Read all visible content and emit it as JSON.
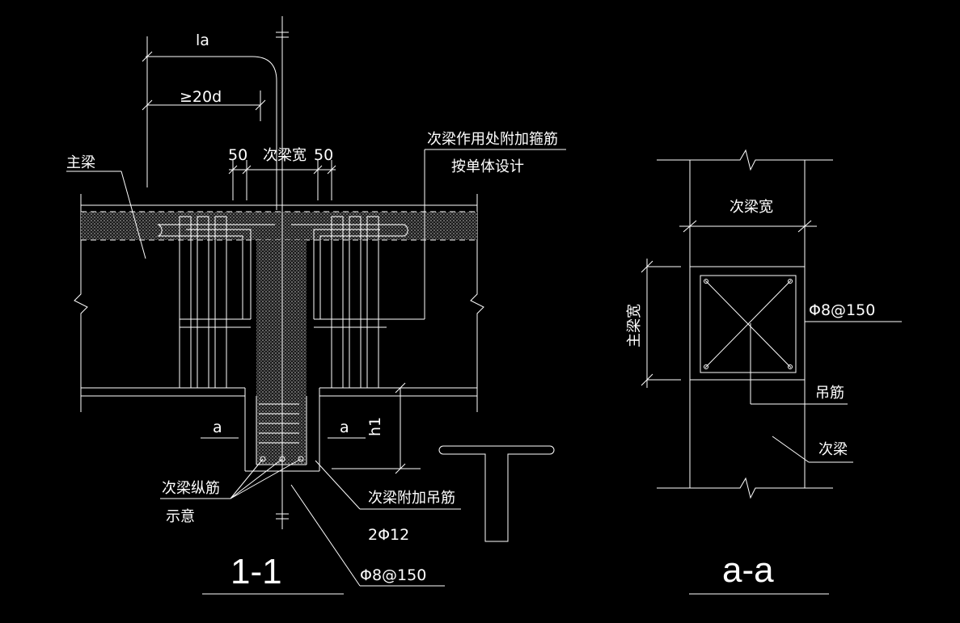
{
  "section_1_1": {
    "title": "1-1",
    "dim_la": "la",
    "dim_20d": "≥20d",
    "dim_50_left": "50",
    "dim_secondary_width": "次梁宽",
    "dim_50_right": "50",
    "label_main_beam": "主梁",
    "note_line1": "次梁作用处附加箍筋",
    "note_line2": "按单体设计",
    "label_a_left": "a",
    "label_a_right": "a",
    "label_h1": "h1",
    "label_longitudinal_1": "次梁纵筋",
    "label_longitudinal_2": "示意",
    "label_hanger": "次梁附加吊筋",
    "label_hanger_spec": "2Φ12",
    "label_stirrup_spec": "Φ8@150"
  },
  "section_a_a": {
    "title": "a-a",
    "dim_secondary_width": "次梁宽",
    "dim_main_width": "主梁宽",
    "label_stirrup_spec": "Φ8@150",
    "label_hanger": "吊筋",
    "label_secondary_beam": "次梁"
  },
  "colors": {
    "background": "#000000",
    "line": "#ffffff",
    "fill": "#3a3a3a"
  }
}
